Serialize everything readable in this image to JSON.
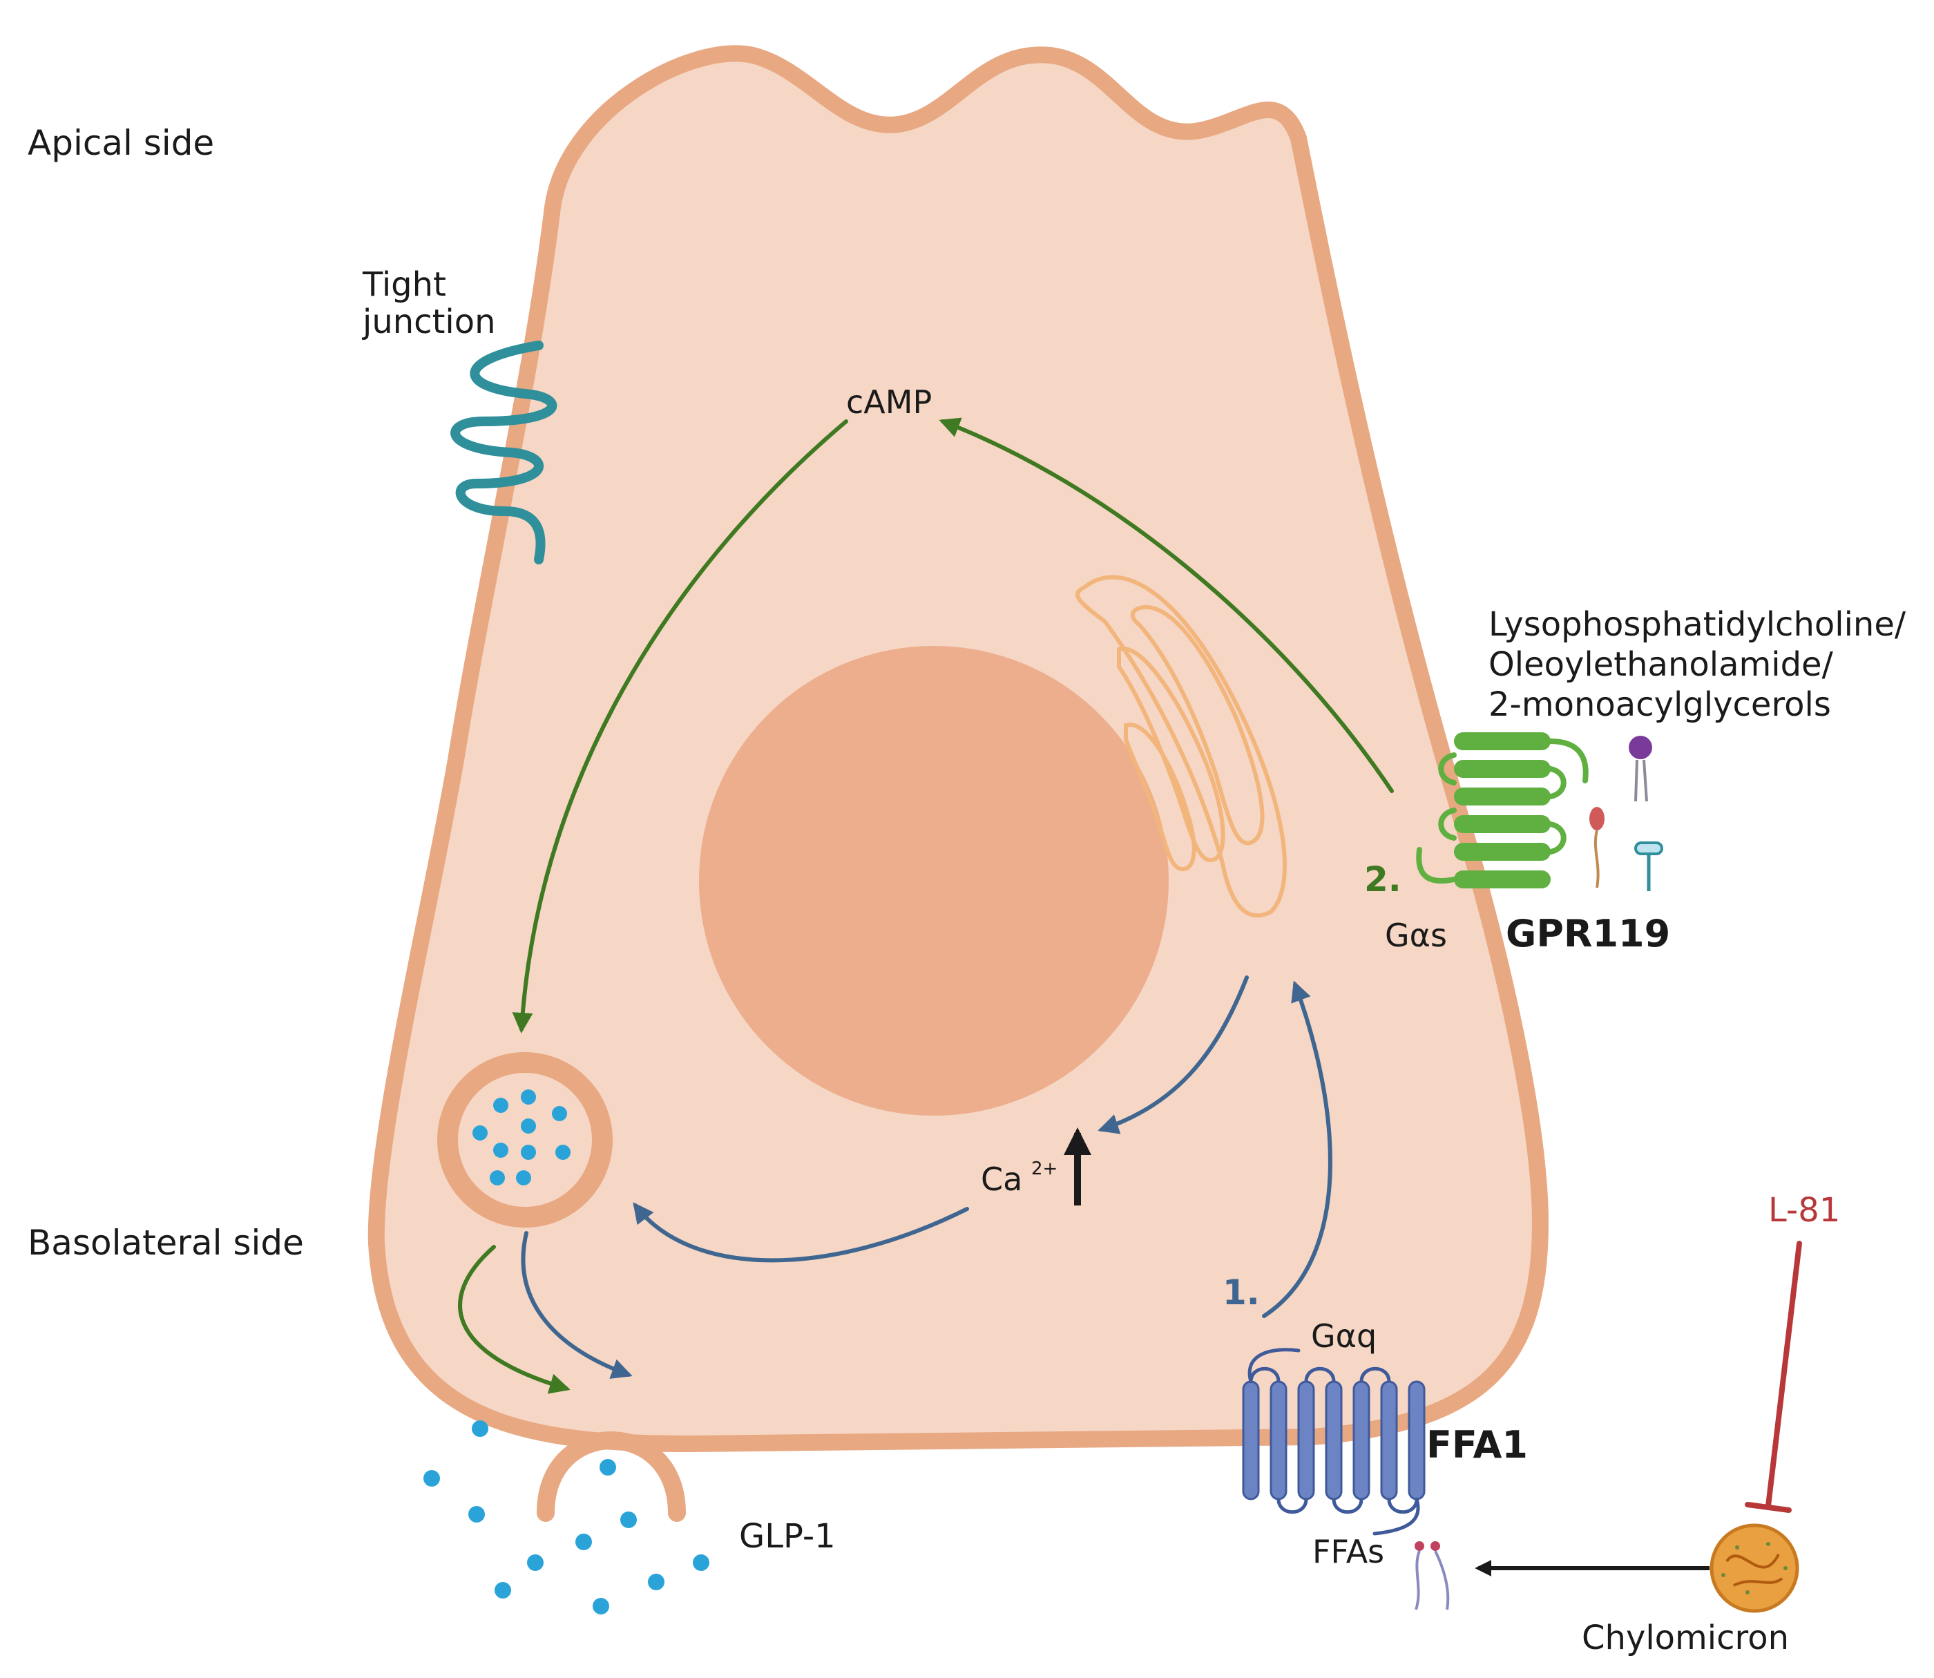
{
  "labels": {
    "apical": "Apical side",
    "basolateral": "Basolateral side",
    "tight_junction_1": "Tight",
    "tight_junction_2": "junction",
    "camp": "cAMP",
    "ca": "Ca",
    "ca_sup": "2+",
    "ligands_1": "Lysophosphatidylcholine/",
    "ligands_2": "Oleoylethanolamide/",
    "ligands_3": "2-monoacylglycerols",
    "step2": "2.",
    "gas": "Gαs",
    "gpr119": "GPR119",
    "step1": "1.",
    "gaq": "Gαq",
    "ffa1": "FFA1",
    "ffas": "FFAs",
    "glp1": "GLP-1",
    "l81": "L-81",
    "chylomicron": "Chylomicron"
  },
  "colors": {
    "cell_fill": "#f6d6c4",
    "cell_border": "#e8a882",
    "nucleus": "#ecae8c",
    "golgi": "#f2b57c",
    "green_arrow": "#3f7a22",
    "green_receptor": "#5fb040",
    "blue_arrow": "#3f6690",
    "blue_receptor": "#6c84c4",
    "granule": "#2aa4d8",
    "tight_junction": "#2f8f9a",
    "inhibitor": "#b8383a",
    "chylomicron": "#e8a040"
  }
}
